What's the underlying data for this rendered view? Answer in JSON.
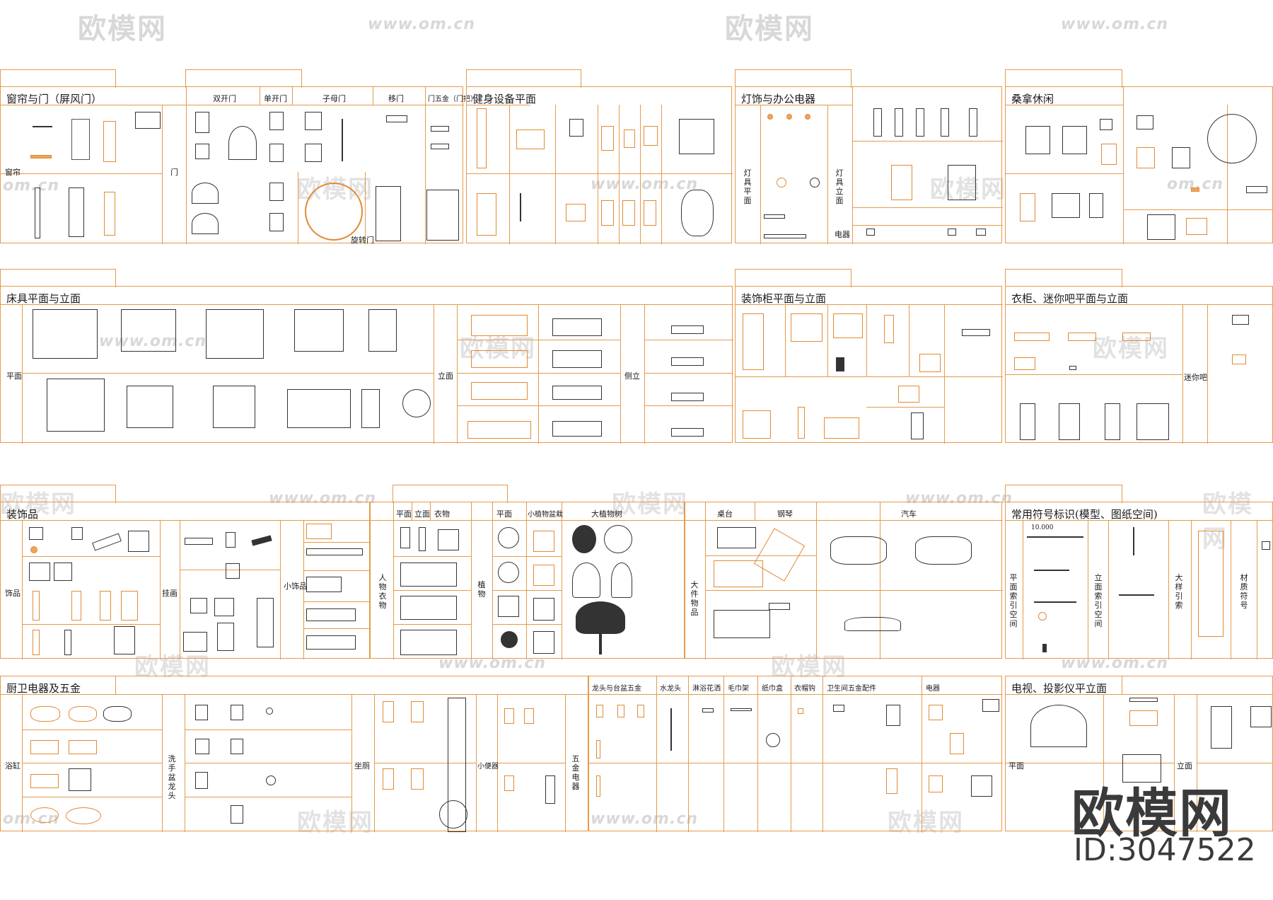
{
  "watermark": {
    "logo_text": "欧模网",
    "url": "www.om.cn",
    "url_partial": "om.cn",
    "corner_brand": "欧模网",
    "corner_id": "ID:3047522"
  },
  "panels": {
    "windows_doors": {
      "title": "窗帘与门（屏风门）",
      "row_label_curtain": "窗帘",
      "row_label_door": "门",
      "col_labels": [
        "双开门",
        "单开门",
        "子母门",
        "移门",
        "门五金（门把）"
      ],
      "extra_label": "旋转门"
    },
    "fitness": {
      "title": "健身设备平面"
    },
    "lamps_office": {
      "title": "灯饰与办公电器",
      "row_label_plan": "灯具平面",
      "row_label_elev": "灯具立面",
      "row_label_elec": "电器"
    },
    "sauna": {
      "title": "桑拿休闲"
    },
    "beds": {
      "title": "床具平面与立面",
      "row_label_plan": "平面",
      "row_label_elev": "立面",
      "row_label_side": "侧立"
    },
    "deco_cabinet": {
      "title": "装饰柜平面与立面"
    },
    "wardrobe": {
      "title": "衣柜、迷你吧平面与立面",
      "row_label": "迷你吧"
    },
    "decor": {
      "title": "装饰品",
      "row_label_1": "饰品",
      "row_label_2": "挂画",
      "row_label_3": "小饰品"
    },
    "people_plants": {
      "col_labels": [
        "平面",
        "立面",
        "衣物",
        "平面",
        "小植物盆栽",
        "大植物树"
      ],
      "row_label_people": "人物衣物",
      "row_label_plants": "植物"
    },
    "sports_cars": {
      "col_labels": [
        "桌台",
        "钢琴",
        "汽车"
      ],
      "row_label": "大件物品"
    },
    "symbols": {
      "title": "常用符号标识(模型、图纸空间)",
      "row_label_1": "平面索引空间",
      "row_label_2": "立面索引空间",
      "row_label_3": "大样引索",
      "row_label_4": "材质符号",
      "elevation_value": "10.000"
    },
    "bathroom": {
      "title": "厨卫电器及五金",
      "row_label_1": "浴缸",
      "row_label_2": "洗手盆龙头",
      "row_label_3": "坐厕",
      "row_label_4": "小便器",
      "row_label_5": "五金电器"
    },
    "kitchen_hw": {
      "col_labels": [
        "龙头与台盆五金",
        "水龙头",
        "淋浴花洒",
        "毛巾架",
        "纸巾盒",
        "衣帽钩",
        "卫生间五金配件",
        "电器"
      ]
    },
    "tv_projector": {
      "title": "电视、投影仪平立面",
      "row_label_plan": "平面",
      "row_label_elev": "立面"
    }
  }
}
